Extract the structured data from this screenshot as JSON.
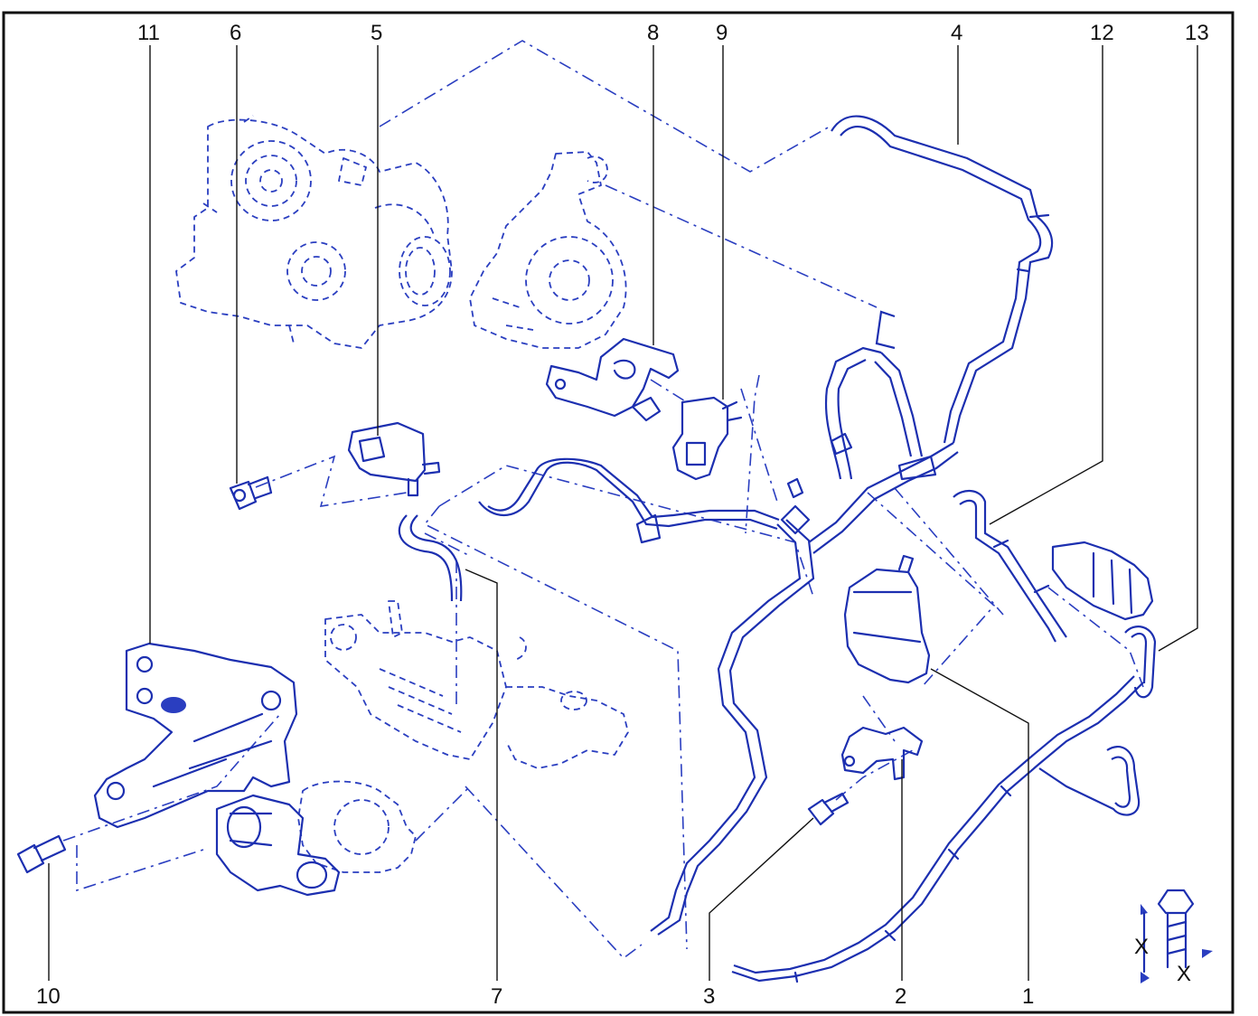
{
  "colors": {
    "line": "#1c2fb0",
    "ghost": "#2a3ec0",
    "label": "#111111",
    "frame": "#111111"
  },
  "callouts": {
    "c11": "11",
    "c6": "6",
    "c5": "5",
    "c8": "8",
    "c9": "9",
    "c4": "4",
    "c12": "12",
    "c13": "13",
    "c10": "10",
    "c7": "7",
    "c3": "3",
    "c2": "2",
    "c1": "1"
  },
  "tightening_symbol": {
    "dim_x_left": "X",
    "dim_x_right": "X"
  }
}
